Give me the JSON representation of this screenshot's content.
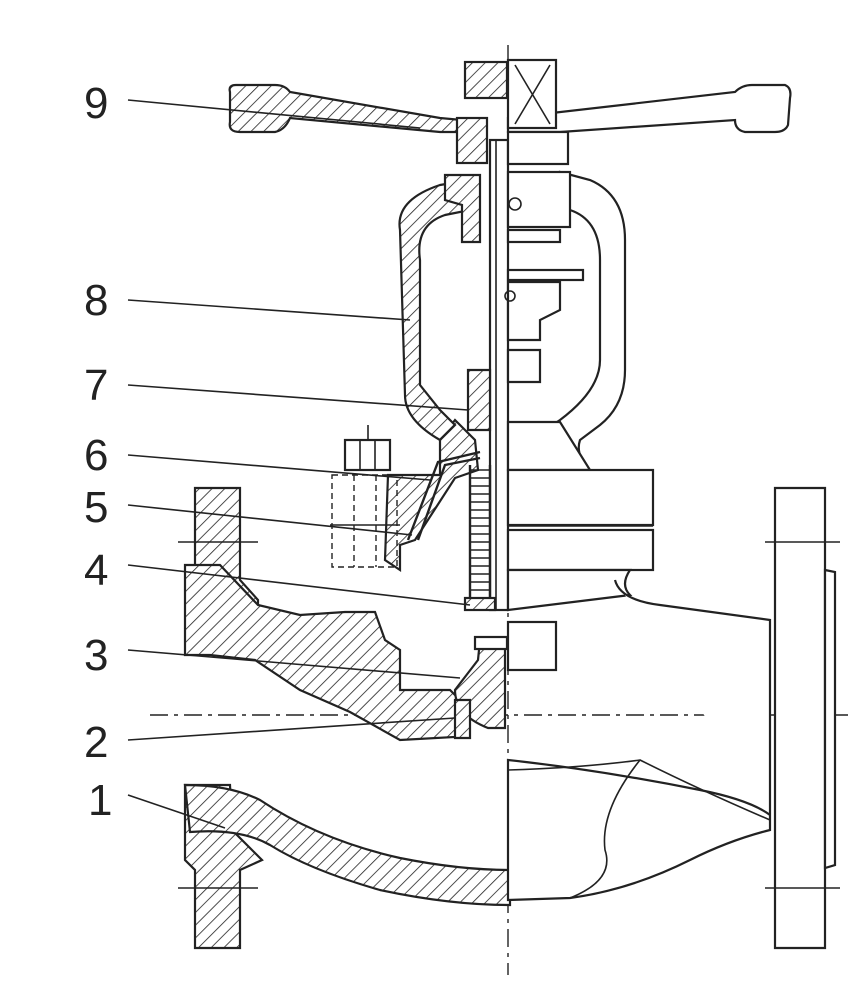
{
  "diagram": {
    "type": "valve-sectional-drawing",
    "callouts": [
      {
        "id": "9",
        "label": "9"
      },
      {
        "id": "8",
        "label": "8"
      },
      {
        "id": "7",
        "label": "7"
      },
      {
        "id": "6",
        "label": "6"
      },
      {
        "id": "5",
        "label": "5"
      },
      {
        "id": "4",
        "label": "4"
      },
      {
        "id": "3",
        "label": "3"
      },
      {
        "id": "2",
        "label": "2"
      },
      {
        "id": "1",
        "label": "1"
      }
    ]
  }
}
